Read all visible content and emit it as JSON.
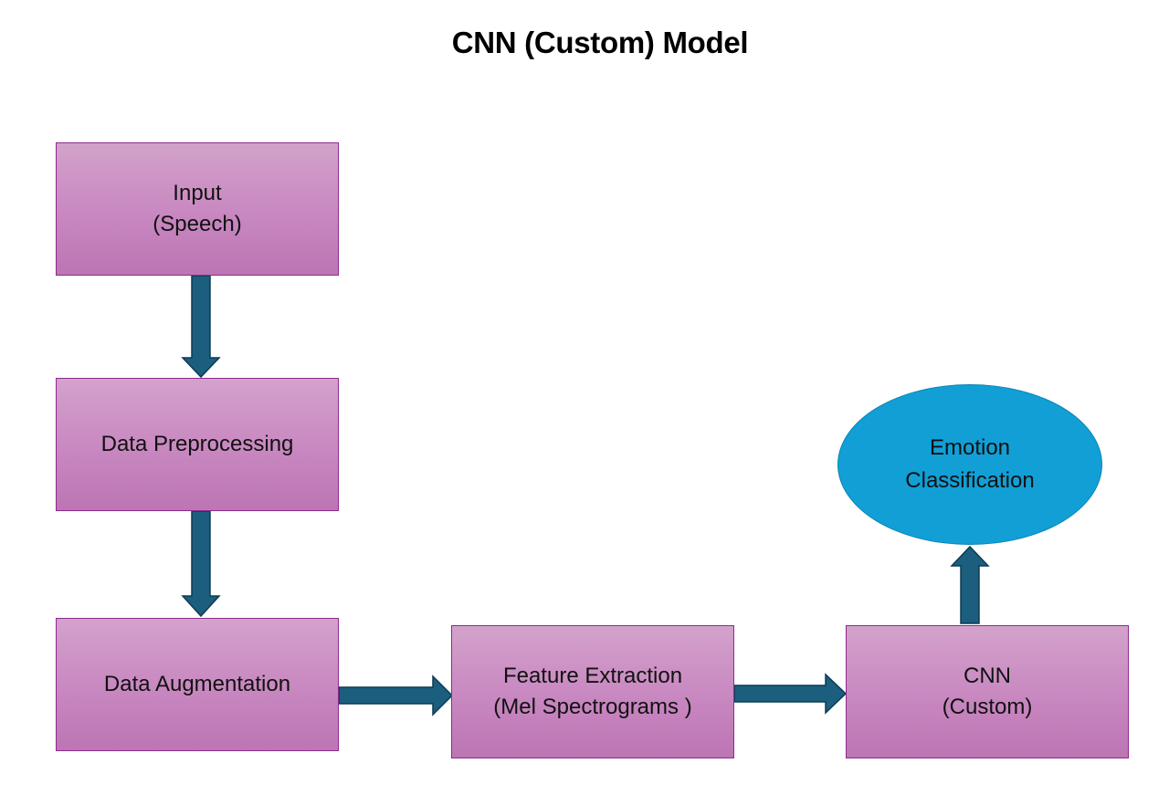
{
  "title": "CNN (Custom) Model",
  "colors": {
    "box_fill": "#c887c0",
    "box_border": "#8e2a8e",
    "ellipse_fill": "#119fd6",
    "arrow_fill": "#1b5e7e",
    "arrow_stroke": "#0d3b52"
  },
  "nodes": {
    "input": {
      "line1": "Input",
      "line2": "(Speech)"
    },
    "preprocessing": {
      "line1": "Data Preprocessing"
    },
    "augmentation": {
      "line1": "Data Augmentation"
    },
    "feature_extraction": {
      "line1": "Feature Extraction",
      "line2": "(Mel Spectrograms )"
    },
    "cnn": {
      "line1": "CNN",
      "line2": "(Custom)"
    },
    "output": {
      "line1": "Emotion",
      "line2": "Classification"
    }
  },
  "edges": [
    {
      "from": "input",
      "to": "preprocessing",
      "direction": "down"
    },
    {
      "from": "preprocessing",
      "to": "augmentation",
      "direction": "down"
    },
    {
      "from": "augmentation",
      "to": "feature_extraction",
      "direction": "right"
    },
    {
      "from": "feature_extraction",
      "to": "cnn",
      "direction": "right"
    },
    {
      "from": "cnn",
      "to": "output",
      "direction": "up"
    }
  ]
}
